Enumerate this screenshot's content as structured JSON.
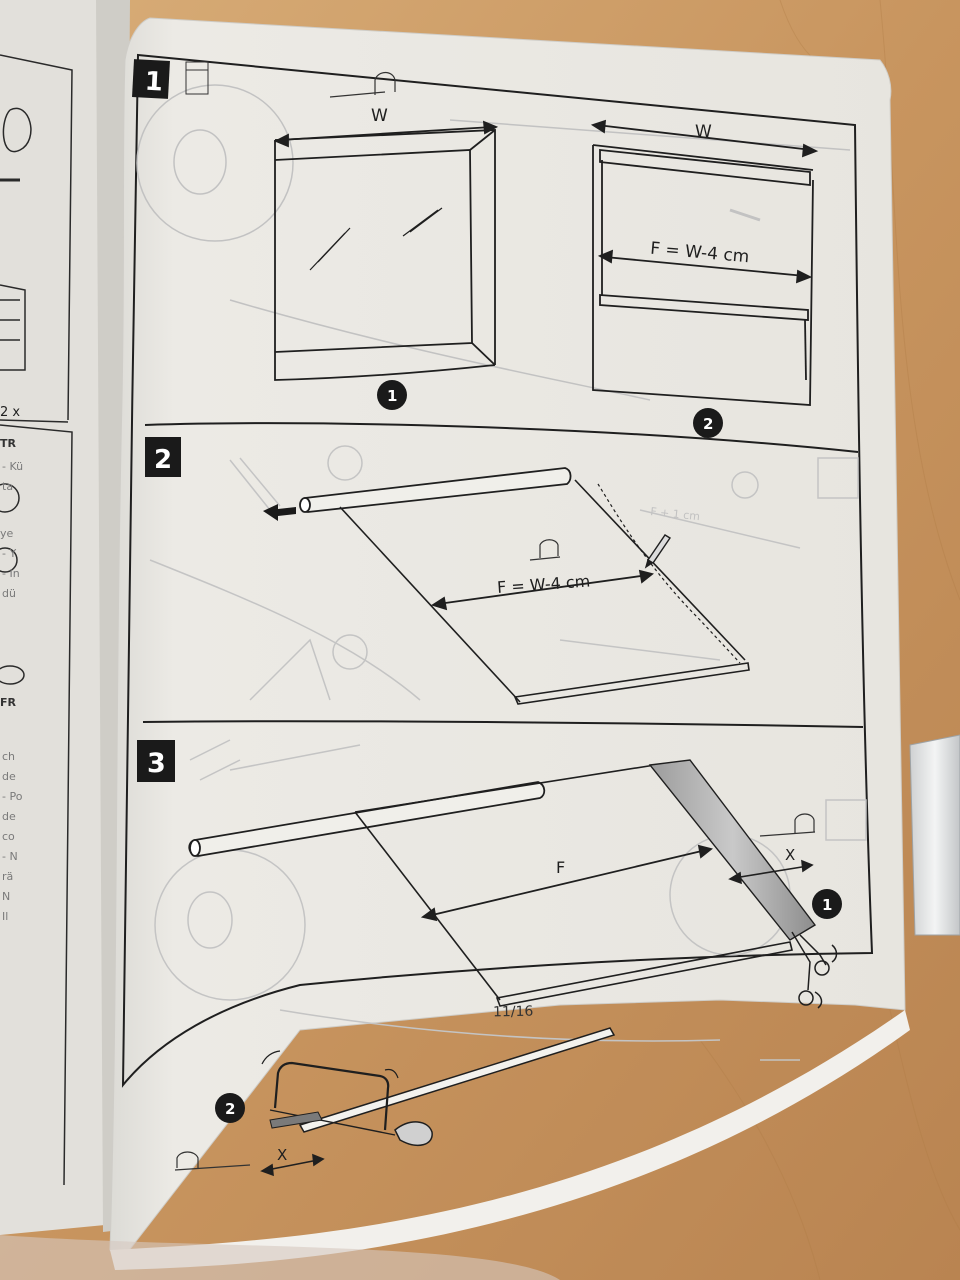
{
  "manual": {
    "page_number": "11/16",
    "steps": [
      {
        "number": "1",
        "sub1": "1",
        "sub2": "2",
        "width_label_a": "W",
        "width_label_b": "W",
        "formula": "F = W-4 cm"
      },
      {
        "number": "2",
        "formula": "F = W-4 cm"
      },
      {
        "number": "3",
        "f_label": "F",
        "x_label": "X",
        "sub1": "1",
        "sub2": "2",
        "x_label_saw": "X"
      }
    ],
    "left_page_fragment": "2 x"
  },
  "colors": {
    "floor": "#c89a66",
    "paper": "#eceae4",
    "ink": "#1f1f1f",
    "faded_ink": "#b8b8b8"
  }
}
